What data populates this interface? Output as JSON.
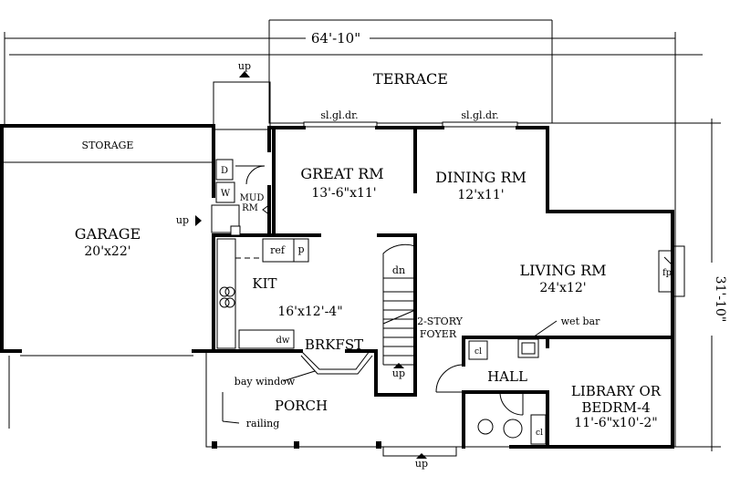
{
  "dimensions": {
    "width": "64'-10\"",
    "depth": "31'-10\""
  },
  "rooms": {
    "terrace": "TERRACE",
    "storage": "STORAGE",
    "garage": {
      "name": "GARAGE",
      "size": "20'x22'"
    },
    "great_rm": {
      "name": "GREAT RM",
      "size": "13'-6\"x11'"
    },
    "dining_rm": {
      "name": "DINING RM",
      "size": "12'x11'"
    },
    "living_rm": {
      "name": "LIVING RM",
      "size": "24'x12'"
    },
    "kit": {
      "name": "KIT",
      "size": "16'x12'-4\""
    },
    "brkfst": "BRKFST",
    "porch": "PORCH",
    "hall": "HALL",
    "library": {
      "name_line1": "LIBRARY OR",
      "name_line2": "BEDRM-4",
      "size": "11'-6\"x10'-2\""
    },
    "mud_rm": {
      "line1": "MUD",
      "line2": "RM"
    },
    "foyer": {
      "line1": "2-STORY",
      "line2": "FOYER"
    }
  },
  "labels": {
    "sl_gl_dr_left": "sl.gl.dr.",
    "sl_gl_dr_right": "sl.gl.dr.",
    "up_top": "up",
    "up_garage": "up",
    "up_stairs": "up",
    "up_bottom": "up",
    "dn": "dn",
    "d": "D",
    "w": "W",
    "ref": "ref",
    "p": "p",
    "dw": "dw",
    "fp": "fp",
    "wet_bar": "wet bar",
    "cl_hall": "cl",
    "cl_library": "cl",
    "bay_window": "bay window",
    "railing": "railing"
  }
}
